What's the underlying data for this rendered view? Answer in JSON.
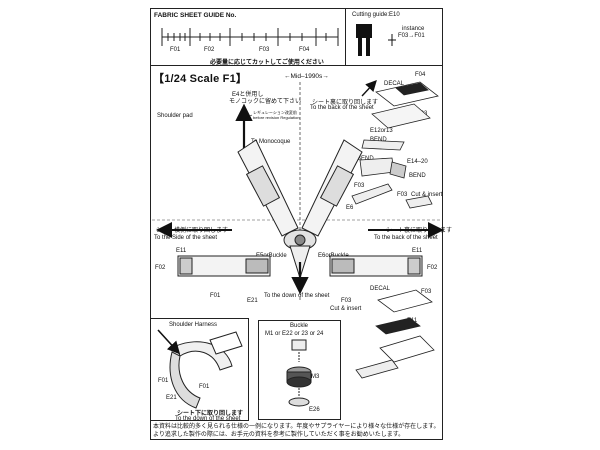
{
  "header": {
    "guide_title": "FABRIC SHEET GUIDE No.",
    "ruler_labels": [
      "F01",
      "F02",
      "F03",
      "F04"
    ],
    "cut_note": "必要量に応じてカットしてご使用ください",
    "cutting_guide": "Cutting guide:E10",
    "instance_label": "instance",
    "instance_value": "F03→F01"
  },
  "title": "【1/24 Scale F1】",
  "era": "←Mid–1990s→",
  "notes": {
    "e4_note_1": "E4と併用し",
    "e4_note_2": "モノコックに留めて下さい",
    "revision_1": "レギュレーション改変前",
    "revision_2": "before revision Regulation",
    "to_monocoque": "To Monocoque",
    "shoulder_pad": "Shoulder pad",
    "back_top_jp": "シート裏に取り回します",
    "back_top_en": "To the back of the sheet",
    "decal_top": "DECAL",
    "f04": "F04",
    "f03_top": "F03",
    "e12_or_13": "E12or13",
    "bend_1": "BEND",
    "bend_2": "BEND",
    "bend_3": "BEND",
    "e14_20": "E14–20",
    "f03_mid": "F03",
    "f03_mid2": "F03",
    "cut_insert_1": "Cut & insert",
    "e6": "E6",
    "side_jp": "シート横側に取り回します",
    "side_en": "To the Side of the sheet",
    "back_right_jp": "シート裏に取り回します",
    "back_right_en": "To the back of the sheet",
    "e11_left": "E11",
    "e11_right": "E11",
    "f02": "F02",
    "f02_right": "F02",
    "e5_buckle": "E5orBuckle",
    "e6_buckle": "E6orBuckle",
    "f01": "F01",
    "e21": "E21",
    "down_en": "To the down of the sheet",
    "f03_low": "F03",
    "cut_insert_2": "Cut & insert",
    "decal_low": "DECAL",
    "f03_low_right": "F03",
    "e11_low": "E11"
  },
  "harness_box": {
    "title": "Shoulder Harness",
    "f01_a": "F01",
    "f01_b": "F01",
    "e21": "E21",
    "jp": "シート下に取り回します",
    "en": "To the down of the sheet"
  },
  "buckle_box": {
    "title": "Buckle",
    "parts": "M1 or E22 or 23 or 24",
    "m3": "M3",
    "e26": "E26"
  },
  "footer": {
    "line_1": "本資料は比較的多く見られる仕様の一例になります。年度やサプライヤーにより様々な仕様が存在します。",
    "line_2": "より追求した製作の際には、お手元の資料を参考に製作していただく事をお勧めいたします。"
  }
}
